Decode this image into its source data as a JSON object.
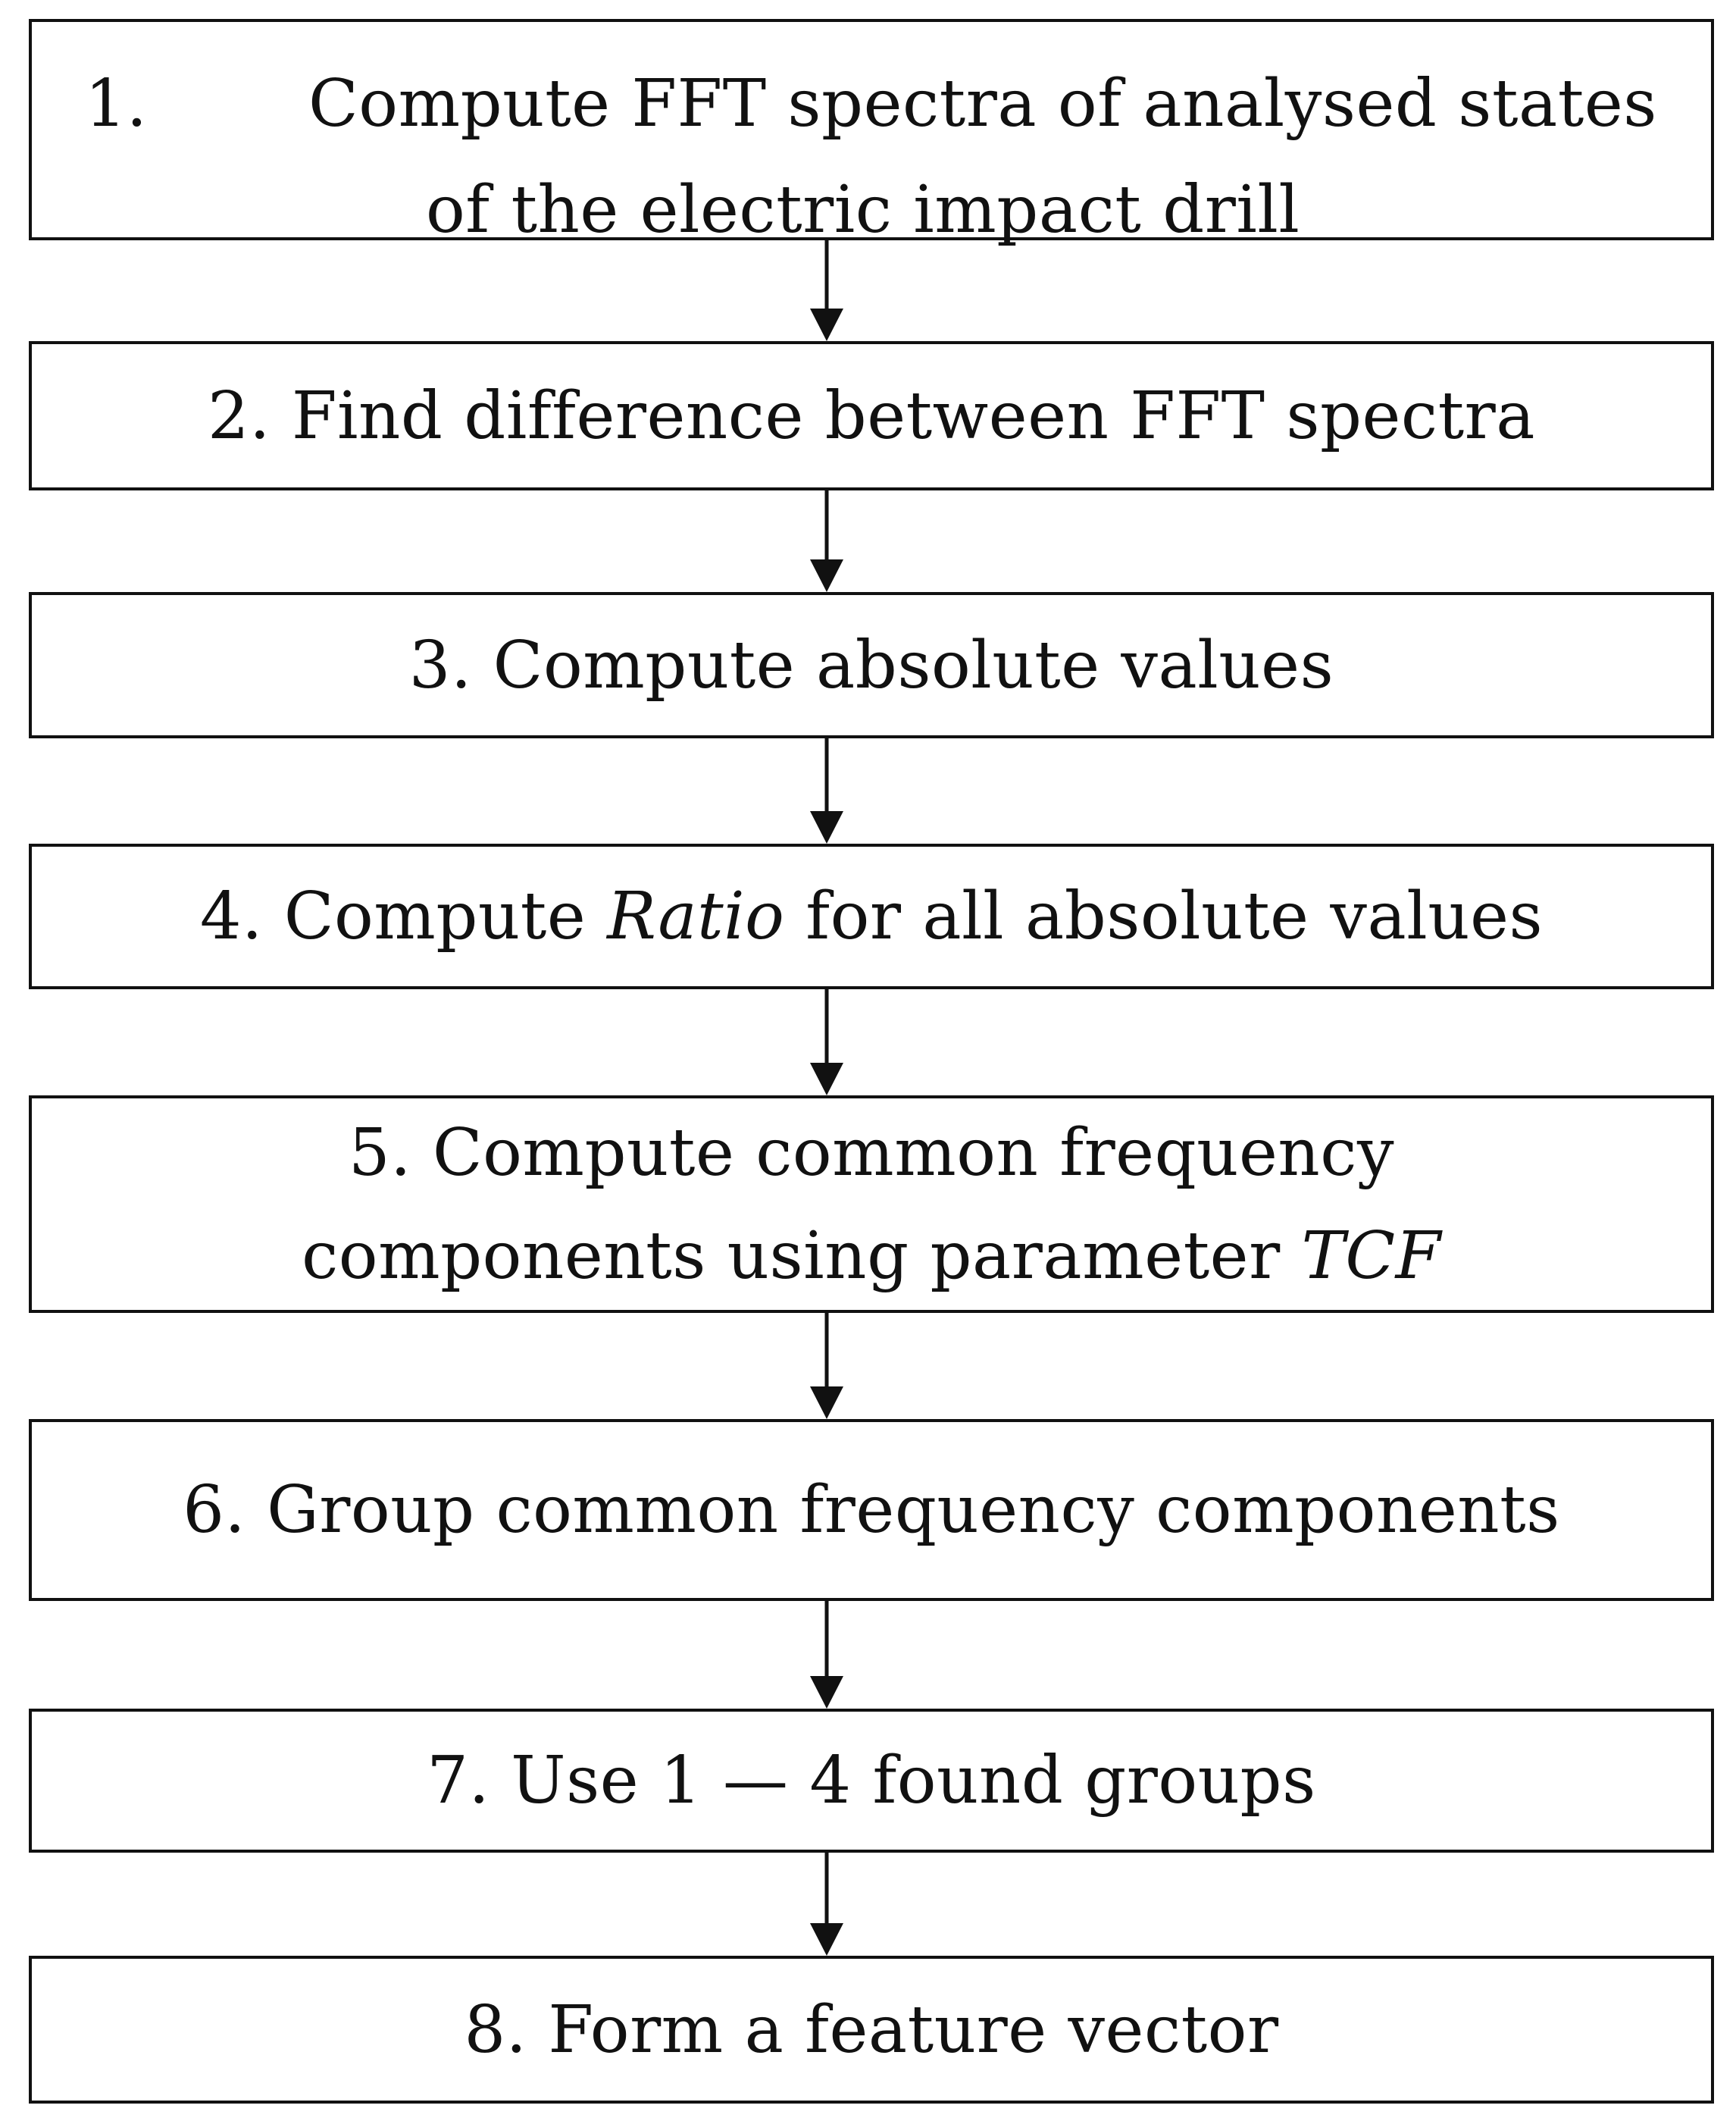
{
  "steps": [
    {
      "id": 1,
      "number": "1.",
      "lines": [
        "Compute FFT spectra of analysed states",
        "of the electric impact drill"
      ]
    },
    {
      "id": 2,
      "text": "2. Find difference between FFT spectra"
    },
    {
      "id": 3,
      "text": "3. Compute absolute values"
    },
    {
      "id": 4,
      "prefix": "4. Compute ",
      "emphasis": "Ratio",
      "suffix": " for all absolute values"
    },
    {
      "id": 5,
      "line1": "5. Compute common frequency",
      "line2_prefix": "components using parameter ",
      "line2_emphasis": "TCF"
    },
    {
      "id": 6,
      "text": "6. Group common frequency components"
    },
    {
      "id": 7,
      "text": "7. Use 1 — 4 found groups"
    },
    {
      "id": 8,
      "text": "8. Form a feature vector"
    }
  ],
  "colors": {
    "stroke": "#111111",
    "background": "#ffffff"
  }
}
